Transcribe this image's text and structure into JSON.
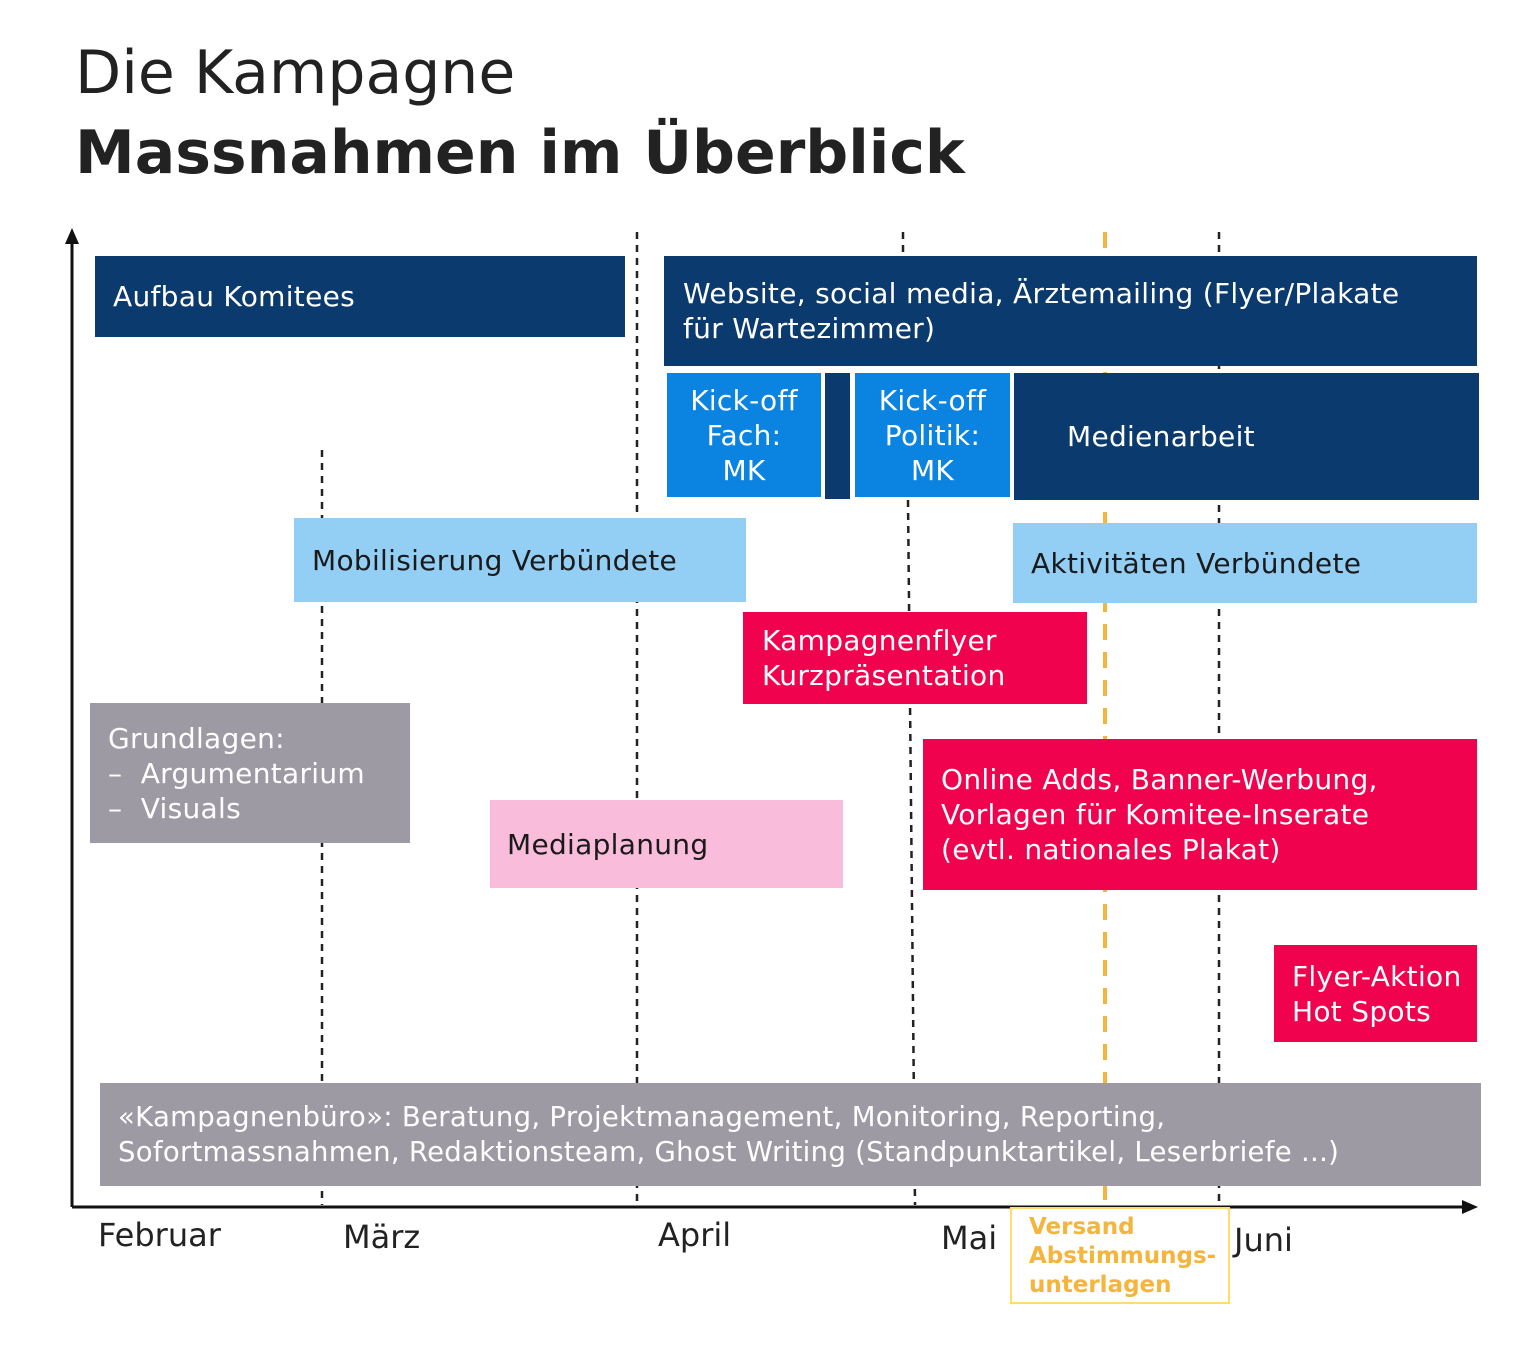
{
  "header": {
    "title": "Die Kampagne",
    "subtitle": "Massnahmen im Überblick"
  },
  "colors": {
    "navy": "#0b3a6e",
    "blue": "#0a84e0",
    "light_blue": "#93cff5",
    "red": "#f0024f",
    "pink": "#f9bcda",
    "grey": "#9d9aa3",
    "orange_marker": "#f5b43c"
  },
  "timeline": {
    "months": [
      "Februar",
      "März",
      "April",
      "Mai",
      "Juni"
    ],
    "marker": {
      "line1": "Versand",
      "line2": "Abstimmungs-",
      "line3": "unterlagen"
    }
  },
  "boxes": {
    "aufbau": {
      "line1": "Aufbau Komitees"
    },
    "website": {
      "line1": "Website, social media, Ärztemailing (Flyer/Plakate",
      "line2": "für Wartezimmer)"
    },
    "kickoff_fach": {
      "line1": "Kick-off",
      "line2": "Fach:",
      "line3": "MK"
    },
    "kickoff_politik": {
      "line1": "Kick-off",
      "line2": "Politik:",
      "line3": "MK"
    },
    "medienarbeit": {
      "line1": "Medienarbeit"
    },
    "mobilisierung": {
      "line1": "Mobilisierung Verbündete"
    },
    "aktivitaeten": {
      "line1": "Aktivitäten Verbündete"
    },
    "kampagnenflyer": {
      "line1": "Kampagnenflyer",
      "line2": "Kurzpräsentation"
    },
    "grundlagen": {
      "line1": "Grundlagen:",
      "line2": "–  Argumentarium",
      "line3": "–  Visuals"
    },
    "mediaplanung": {
      "line1": "Mediaplanung"
    },
    "online": {
      "line1": "Online Adds, Banner-Werbung,",
      "line2": "Vorlagen für Komitee-Inserate",
      "line3": "(evtl. nationales Plakat)"
    },
    "flyeraktion": {
      "line1": "Flyer-Aktion",
      "line2": "Hot Spots"
    },
    "kampagnenbuero": {
      "line1": "«Kampagnenbüro»: Beratung, Projektmanagement, Monitoring, Reporting,",
      "line2": "Sofortmassnahmen, Redaktionsteam, Ghost Writing (Standpunktartikel, Leserbriefe ...)"
    }
  }
}
